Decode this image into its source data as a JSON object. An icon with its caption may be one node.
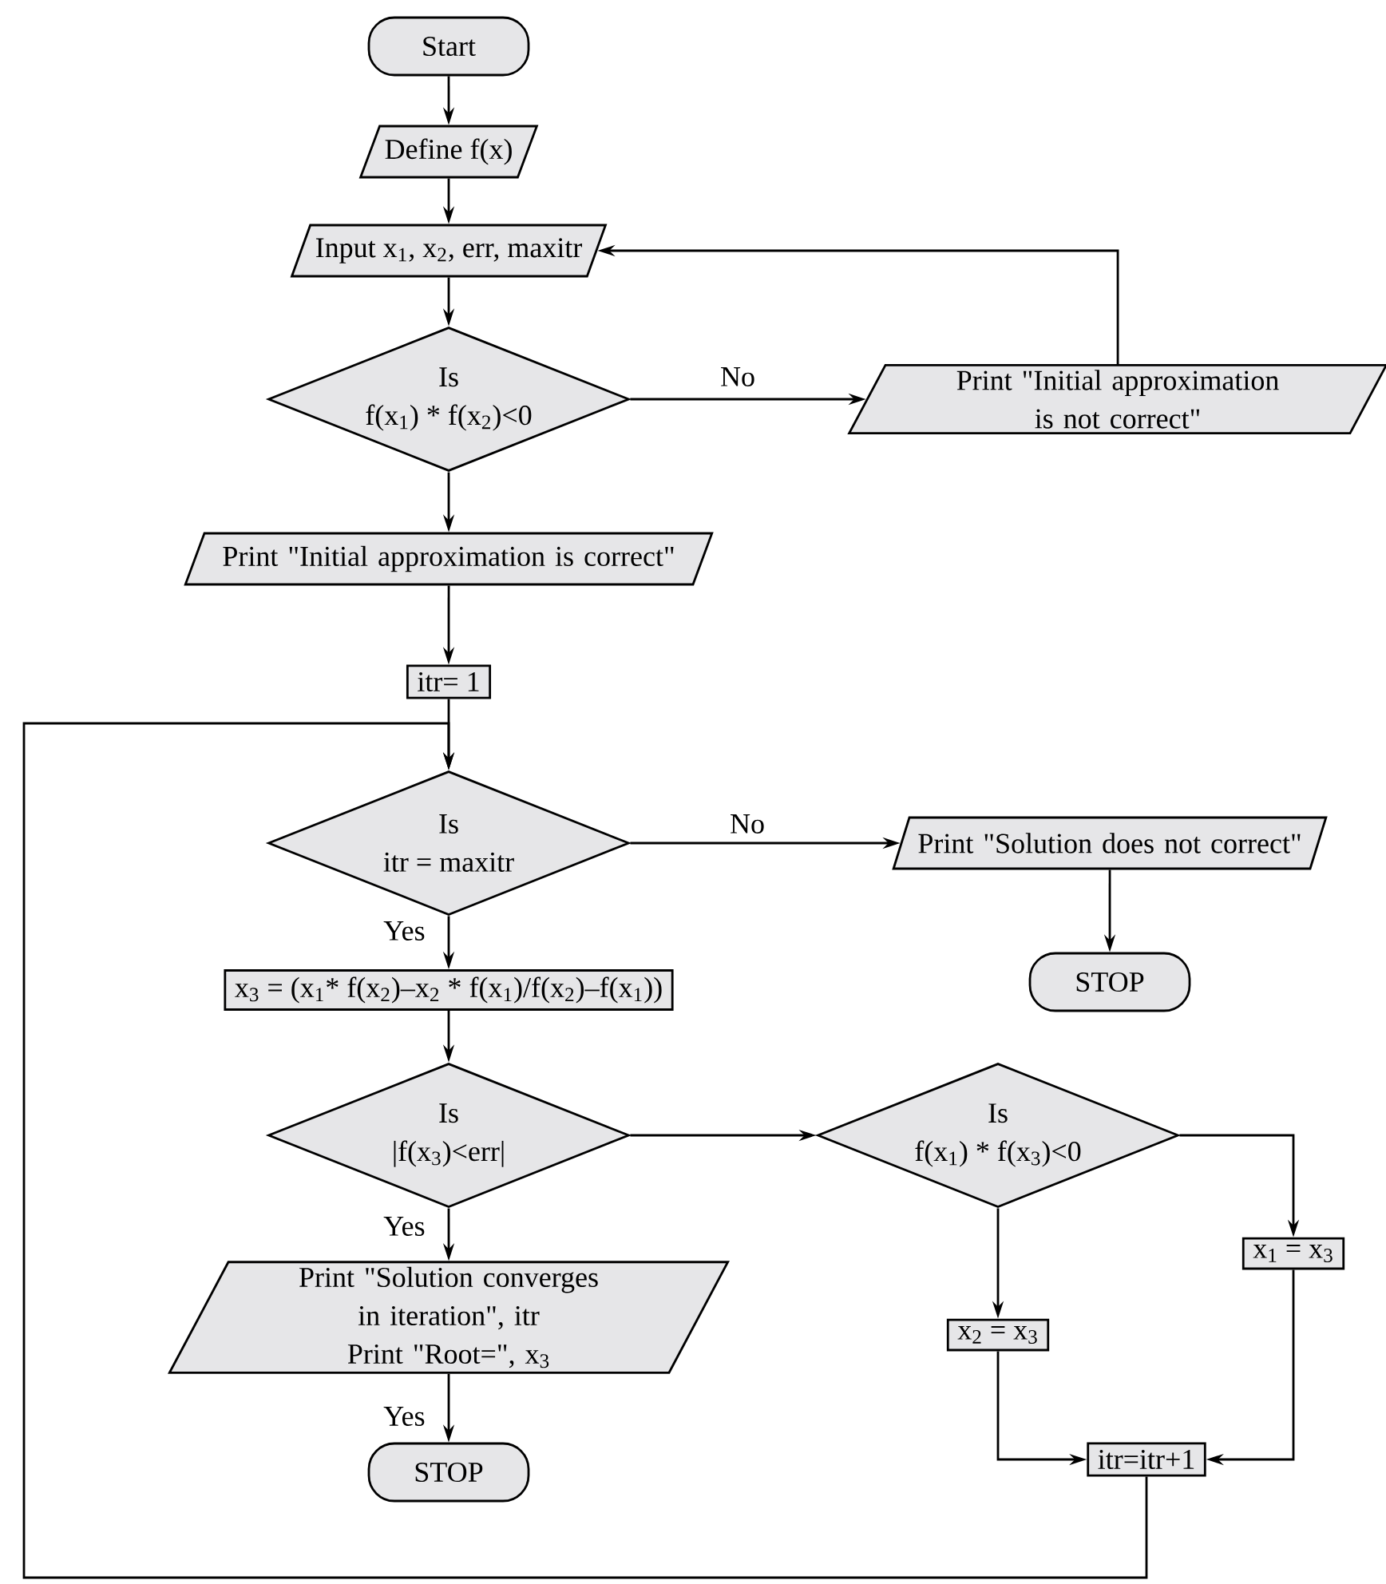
{
  "diagram": {
    "nodes": [
      {
        "text": [
          "Start"
        ]
      },
      {
        "text": [
          "Define f(x)"
        ]
      },
      {
        "text": [
          "Input x$_{1}$, x$_{2}$, err, maxitr"
        ]
      },
      {
        "text": [
          "Is",
          "f(x$_{1}$) * f(x$_{2}$)<0"
        ]
      },
      {
        "text": [
          "Print \"Initial approximation is not correct\""
        ]
      },
      {
        "text": [
          "Print \"Initial approximation is correct\""
        ]
      },
      {
        "text": [
          "itr= 1"
        ]
      },
      {
        "text": [
          "Is",
          "itr = maxitr"
        ]
      },
      {
        "text": [
          "Print \"Solution does not correct\""
        ]
      },
      {
        "text": [
          "STOP"
        ]
      },
      {
        "text": [
          "x$_{3}$ = (x$_{1}$* f(x$_{2}$)–x$_{2}$ * f(x$_{1}$)/f(x$_{2}$)–f(x$_{1}$))"
        ]
      },
      {
        "text": [
          "Is",
          "|f(x$_{3}$)<err|"
        ]
      },
      {
        "text": [
          "Is",
          "f(x$_{1}$) * f(x$_{3}$)<0"
        ]
      },
      {
        "text": [
          "Print \"Solution converges in iteration\", itr",
          "Print \"Root=\", x$_{3}$"
        ]
      },
      {
        "text": [
          "STOP"
        ]
      },
      {
        "text": [
          "x$_{1}$ = x$_{3}$"
        ]
      },
      {
        "text": [
          "x$_{2}$ = x$_{3}$"
        ]
      },
      {
        "text": [
          "itr=itr+1"
        ]
      }
    ],
    "edges": [
      {
        "from": 0,
        "to": 1,
        "arrow": "to"
      },
      {
        "from": 1,
        "to": 2,
        "arrow": "to"
      },
      {
        "from": 2,
        "to": 3,
        "arrow": "to"
      },
      {
        "from": 3,
        "to": 4,
        "arrow": "to",
        "label": "No"
      },
      {
        "from": 4,
        "to": 2,
        "arrow": "to"
      },
      {
        "from": 3,
        "to": 5,
        "arrow": "to"
      },
      {
        "from": 5,
        "to": 6,
        "arrow": "to"
      },
      {
        "from": 6,
        "to": 7,
        "arrow": "to"
      },
      {
        "from": 7,
        "to": 8,
        "arrow": "to",
        "label": "No"
      },
      {
        "from": 8,
        "to": 9,
        "arrow": "to"
      },
      {
        "from": 7,
        "to": 10,
        "arrow": "to",
        "label": "Yes"
      },
      {
        "from": 10,
        "to": 11,
        "arrow": "to"
      },
      {
        "from": 11,
        "to": 13,
        "arrow": "to",
        "label": "Yes"
      },
      {
        "from": 13,
        "to": 14,
        "arrow": "to",
        "label": "Yes"
      },
      {
        "from": 11,
        "to": 12,
        "arrow": "to"
      },
      {
        "from": 12,
        "to": 15,
        "arrow": "to"
      },
      {
        "from": 12,
        "to": 16,
        "arrow": "to"
      },
      {
        "from": 16,
        "to": 17,
        "arrow": "to"
      },
      {
        "from": 15,
        "to": 17,
        "arrow": "to"
      },
      {
        "from": 17,
        "to": 7,
        "arrow": "to"
      }
    ]
  }
}
